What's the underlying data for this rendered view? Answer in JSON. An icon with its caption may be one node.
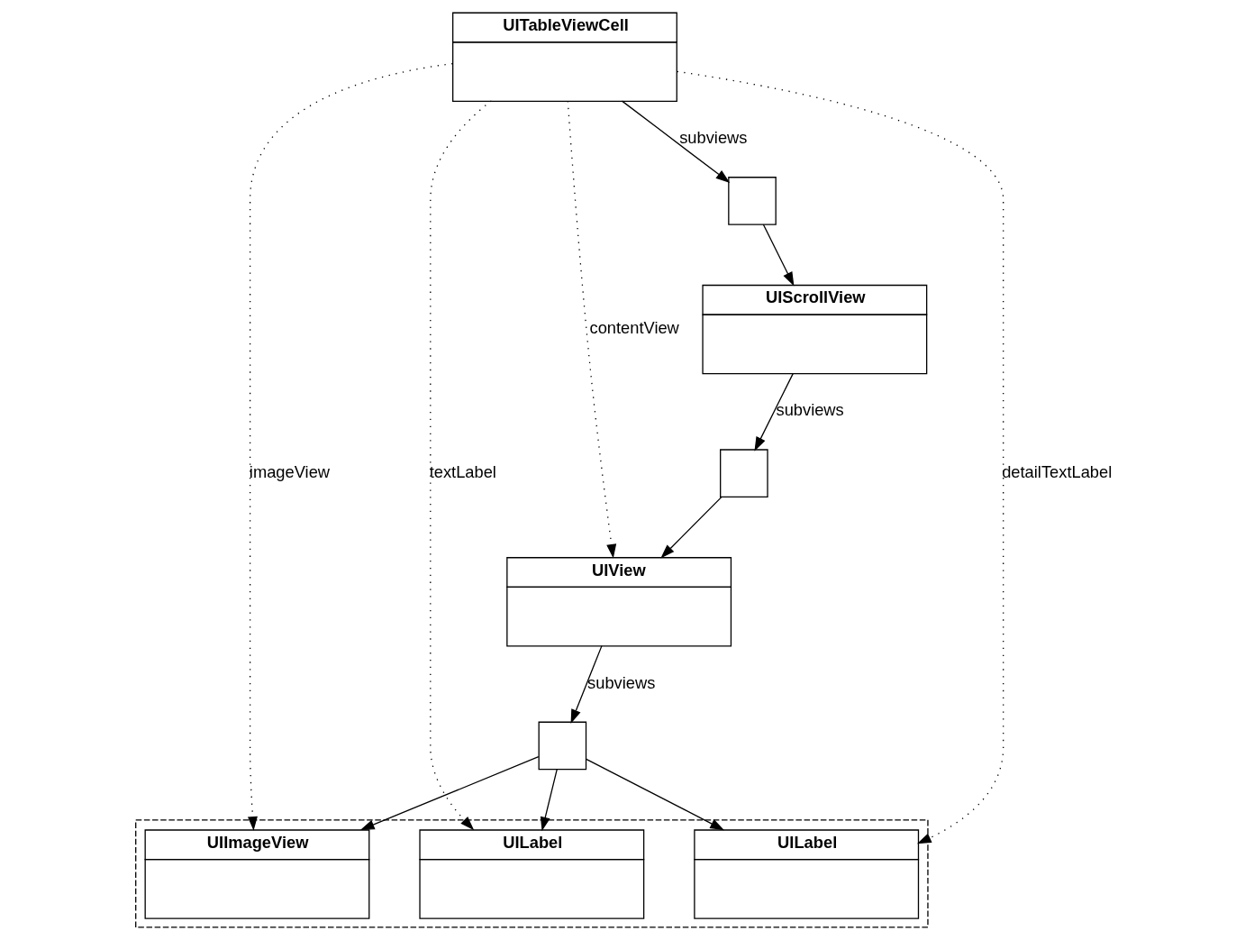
{
  "diagram": {
    "nodes": [
      {
        "text": [
          "UITableViewCell"
        ]
      },
      {
        "text": [],
        "shape": "box"
      },
      {
        "text": [
          "UIScrollView"
        ]
      },
      {
        "text": [],
        "shape": "box"
      },
      {
        "text": [
          "UIView"
        ]
      },
      {
        "text": [],
        "shape": "box"
      },
      {
        "text": [],
        "shape": "box"
      },
      {
        "text": [
          "UIImageView"
        ],
        "in": 6
      },
      {
        "text": [
          "UILabel"
        ],
        "in": 6
      },
      {
        "text": [
          "UILabel"
        ],
        "in": 6
      }
    ],
    "edges": [
      {
        "from": 0,
        "to": 1,
        "arrow": "to",
        "label": "subviews"
      },
      {
        "from": 1,
        "to": 2,
        "arrow": "to"
      },
      {
        "from": 2,
        "to": 3,
        "arrow": "to",
        "label": "subviews"
      },
      {
        "from": 3,
        "to": 4,
        "arrow": "to"
      },
      {
        "from": 4,
        "to": 5,
        "arrow": "to",
        "label": "subviews"
      },
      {
        "from": 5,
        "to": 7,
        "arrow": "to"
      },
      {
        "from": 5,
        "to": 8,
        "arrow": "to"
      },
      {
        "from": 5,
        "to": 9,
        "arrow": "to"
      },
      {
        "from": 0,
        "to": 7,
        "arrow": "to",
        "label": "imageView",
        "style": "dashed"
      },
      {
        "from": 0,
        "to": 8,
        "arrow": "to",
        "label": "textLabel",
        "style": "dashed"
      },
      {
        "from": 0,
        "to": 9,
        "arrow": "to",
        "label": "detailTextLabel",
        "style": "dashed"
      },
      {
        "from": 0,
        "to": 4,
        "arrow": "to",
        "label": "contentView",
        "style": "dashed"
      }
    ]
  }
}
